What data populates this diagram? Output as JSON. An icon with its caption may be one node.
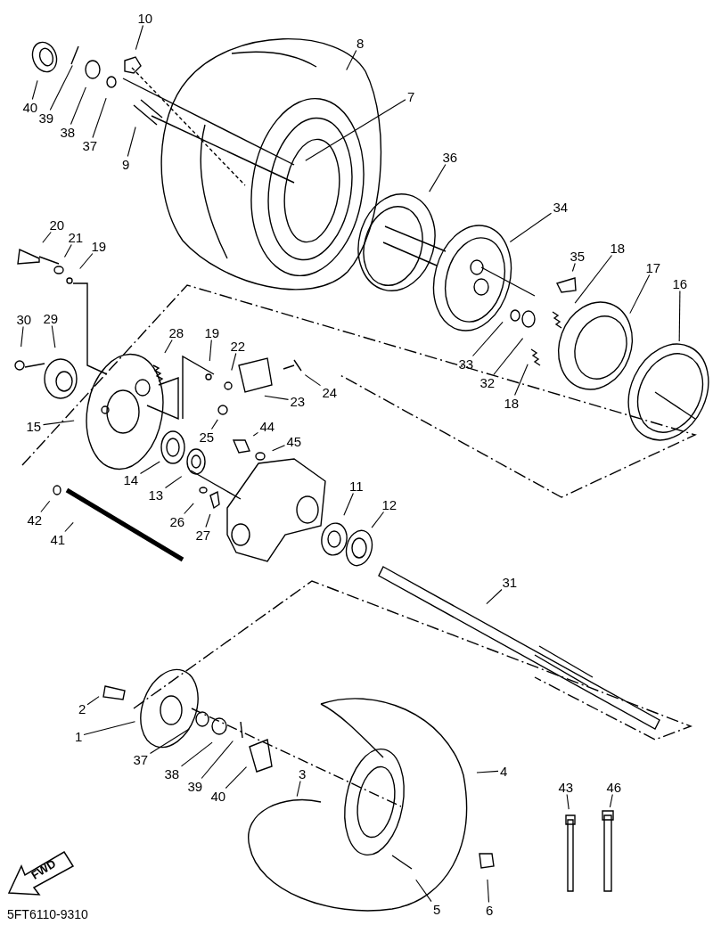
{
  "diagram": {
    "nodes": [
      {
        "text": [
          "10"
        ]
      },
      {
        "text": [
          "8"
        ]
      },
      {
        "text": [
          "40"
        ]
      },
      {
        "text": [
          "39"
        ]
      },
      {
        "text": [
          "38"
        ]
      },
      {
        "text": [
          "37"
        ]
      },
      {
        "text": [
          "9"
        ]
      },
      {
        "text": [
          "7"
        ]
      },
      {
        "text": [
          "36"
        ]
      },
      {
        "text": [
          "34"
        ]
      },
      {
        "text": [
          "35"
        ]
      },
      {
        "text": [
          "18"
        ]
      },
      {
        "text": [
          "17"
        ]
      },
      {
        "text": [
          "16"
        ]
      },
      {
        "text": [
          "20"
        ]
      },
      {
        "text": [
          "21"
        ]
      },
      {
        "text": [
          "19"
        ]
      },
      {
        "text": [
          "30"
        ]
      },
      {
        "text": [
          "29"
        ]
      },
      {
        "text": [
          "28"
        ]
      },
      {
        "text": [
          "19"
        ]
      },
      {
        "text": [
          "22"
        ]
      },
      {
        "text": [
          "24"
        ]
      },
      {
        "text": [
          "23"
        ]
      },
      {
        "text": [
          "15"
        ]
      },
      {
        "text": [
          "25"
        ]
      },
      {
        "text": [
          "44"
        ]
      },
      {
        "text": [
          "45"
        ]
      },
      {
        "text": [
          "33"
        ]
      },
      {
        "text": [
          "32"
        ]
      },
      {
        "text": [
          "18"
        ]
      },
      {
        "text": [
          "14"
        ]
      },
      {
        "text": [
          "13"
        ]
      },
      {
        "text": [
          "26"
        ]
      },
      {
        "text": [
          "27"
        ]
      },
      {
        "text": [
          "42"
        ]
      },
      {
        "text": [
          "41"
        ]
      },
      {
        "text": [
          "11"
        ]
      },
      {
        "text": [
          "12"
        ]
      },
      {
        "text": [
          "31"
        ]
      },
      {
        "text": [
          "2"
        ]
      },
      {
        "text": [
          "1"
        ]
      },
      {
        "text": [
          "37"
        ]
      },
      {
        "text": [
          "38"
        ]
      },
      {
        "text": [
          "39"
        ]
      },
      {
        "text": [
          "40"
        ]
      },
      {
        "text": [
          "3"
        ]
      },
      {
        "text": [
          "4"
        ]
      },
      {
        "text": [
          "43"
        ]
      },
      {
        "text": [
          "46"
        ]
      },
      {
        "text": [
          "5"
        ]
      },
      {
        "text": [
          "6"
        ]
      },
      {
        "text": [
          "FWD"
        ]
      }
    ],
    "edges": [
      {
        "from": 0,
        "to": null,
        "arrow": "none"
      },
      {
        "from": 1,
        "to": null,
        "arrow": "none"
      },
      {
        "from": 2,
        "to": null,
        "arrow": "none"
      },
      {
        "from": 3,
        "to": null,
        "arrow": "none"
      },
      {
        "from": 4,
        "to": null,
        "arrow": "none"
      },
      {
        "from": 5,
        "to": null,
        "arrow": "none"
      },
      {
        "from": 6,
        "to": null,
        "arrow": "none"
      },
      {
        "from": 7,
        "to": null,
        "arrow": "none"
      },
      {
        "from": 8,
        "to": null,
        "arrow": "none"
      },
      {
        "from": 9,
        "to": null,
        "arrow": "none"
      },
      {
        "from": 10,
        "to": null,
        "arrow": "none"
      },
      {
        "from": 11,
        "to": null,
        "arrow": "none"
      },
      {
        "from": 12,
        "to": null,
        "arrow": "none"
      },
      {
        "from": 13,
        "to": null,
        "arrow": "none"
      },
      {
        "from": 14,
        "to": null,
        "arrow": "none"
      },
      {
        "from": 15,
        "to": null,
        "arrow": "none"
      },
      {
        "from": 16,
        "to": null,
        "arrow": "none"
      },
      {
        "from": 17,
        "to": null,
        "arrow": "none"
      },
      {
        "from": 18,
        "to": null,
        "arrow": "none"
      },
      {
        "from": 19,
        "to": null,
        "arrow": "none"
      },
      {
        "from": 20,
        "to": null,
        "arrow": "none"
      },
      {
        "from": 21,
        "to": null,
        "arrow": "none"
      },
      {
        "from": 22,
        "to": null,
        "arrow": "none"
      },
      {
        "from": 23,
        "to": null,
        "arrow": "none"
      },
      {
        "from": 24,
        "to": null,
        "arrow": "none"
      },
      {
        "from": 25,
        "to": null,
        "arrow": "none"
      },
      {
        "from": 26,
        "to": null,
        "arrow": "none"
      },
      {
        "from": 27,
        "to": null,
        "arrow": "none"
      },
      {
        "from": 28,
        "to": null,
        "arrow": "none"
      },
      {
        "from": 29,
        "to": null,
        "arrow": "none"
      },
      {
        "from": 30,
        "to": null,
        "arrow": "none"
      },
      {
        "from": 31,
        "to": null,
        "arrow": "none"
      },
      {
        "from": 32,
        "to": null,
        "arrow": "none"
      },
      {
        "from": 33,
        "to": null,
        "arrow": "none"
      },
      {
        "from": 34,
        "to": null,
        "arrow": "none"
      },
      {
        "from": 35,
        "to": null,
        "arrow": "none"
      },
      {
        "from": 36,
        "to": null,
        "arrow": "none"
      },
      {
        "from": 37,
        "to": null,
        "arrow": "none"
      },
      {
        "from": 38,
        "to": null,
        "arrow": "none"
      },
      {
        "from": 39,
        "to": null,
        "arrow": "none"
      },
      {
        "from": 40,
        "to": null,
        "arrow": "none"
      },
      {
        "from": 41,
        "to": null,
        "arrow": "none"
      },
      {
        "from": 42,
        "to": null,
        "arrow": "none"
      },
      {
        "from": 43,
        "to": null,
        "arrow": "none"
      },
      {
        "from": 44,
        "to": null,
        "arrow": "none"
      },
      {
        "from": 45,
        "to": null,
        "arrow": "none"
      },
      {
        "from": 46,
        "to": null,
        "arrow": "none"
      },
      {
        "from": 47,
        "to": null,
        "arrow": "none"
      },
      {
        "from": 48,
        "to": null,
        "arrow": "none"
      },
      {
        "from": 49,
        "to": null,
        "arrow": "none"
      },
      {
        "from": 50,
        "to": null,
        "arrow": "none"
      },
      {
        "from": 51,
        "to": null,
        "arrow": "none"
      }
    ],
    "labels": [
      "5FT6110-9310"
    ]
  }
}
